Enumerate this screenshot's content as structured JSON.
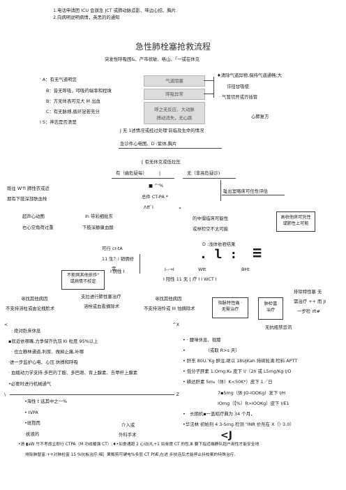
{
  "header": {
    "line1": "1.电话申请团 ICU 会旗急 JCT 或肺动脉造影、味边心招、胸片.",
    "line2": "2.向病明说明病情，英黑的的通知"
  },
  "title": "急性肺栓塞抢救流程",
  "subtitle": "突发性呼吸困&、产市状破、咯山、「一或在休克",
  "abc": {
    "a": "' A：有无气道明您",
    "b": "B：皆无呼吸，叩吸的端率和程境",
    "c1": "B：方无体表可见大 M 出血",
    "c2": "C：有无脉搏,循环足若充分",
    "d": "I S：神志是否清楚"
  },
  "gray_boxes": [
    "气道阻塞",
    "呼吸异常",
    "呼之无反应、大动脉",
    "搏动消失，无心跳"
  ],
  "right_actions": {
    "a1": "♦清除气道异物,保持气道通畅;大",
    "a2": "许径甘吸使",
    "a3": "· 气管切开或齐插管",
    "a4": "心肺复方"
  },
  "stable": {
    "l1": "J 无 1述情况或经过处理'前临及生命的情况",
    "l2": "急诊件心电图、D :紫体,胸片"
  },
  "shock": {
    "q": "[ 有无休克或低拉压",
    "yes": "有（曲危疑每）",
    "no": "无（非高危疑诊)"
  },
  "left_note": {
    "l1": "既往 W'fi 肺性衣或近",
    "l2": "期有下肢深部肤血栓"
  },
  "middle": {
    "m1": "■ ^'%",
    "m2": "总件 CT-PA *",
    "m3": "Λff`I",
    "m4": "«"
  },
  "right_box1": "耻出室略床可任性评估",
  "echo": {
    "left1": "超声心动图",
    "left2": "右心空角荷过重",
    "mid1": "Ih 带彩细批东",
    "mid2": "下肢深静康血酸",
    "right1": "的中僵临床可能性",
    "right2": "或林检空不太可能"
  },
  "right_box2": [
    "高收他床可凭性",
    "或肺性上可能"
  ],
  "ddimer": {
    "label": "D :浅体依君结果",
    "big1": ". l :",
    "big2": "≡",
    "wtt": "Wtt",
    "bht": "BHt",
    "neg": "I 阳性 11 无 [ 疗 I I WCT I",
    "arrow": "I--→I"
  },
  "ct_branch": {
    "l1": "可行 cr-tA",
    "l2": "11 生？i 销情修",
    "l3": "定",
    "l4": "I 阴性 I"
  },
  "box_unable": [
    "不能网其他依作\"",
    "或病情不校定"
  ],
  "bottom_row": {
    "find_left1": "寻找其他病因",
    "find_left2": "不支持溶柱或由论拽脸术",
    "support1": "支拉进行肺性塞治疗",
    "support2": "溶栓或血看摘除术",
    "find_mid1": "寻找其他病因",
    "find_mid2": "不支持溶怜或 III 怕摘除术"
  },
  "box_treat1": [
    "指脉特性痛 ·",
    "无需治疗"
  ],
  "box_treat2": [
    "肿检富",
    "治疗"
  ],
  "right_exclude": {
    "l1": "排除特性塞 无",
    "l2": "需治疗 ++ 而 JI",
    "l3": "一步检 ift#",
    "l4": "无抗瓶禁忌讯"
  },
  "left_panel": {
    "corner_left": "<",
    "corner_right": "^X",
    "items": [
      "· 绝对卧床休息",
      "▪就近依哪嘴,力争保齐仇羽 Ki 粒度 95%以上",
      "· 也立静林通道,利尿、做掉止痛,补哪",
      "·进一步监护心电、心压.休搏和呼吸",
      "· 血瓶动力学支持:多巴的丁胺、多巴眼、背上腺素、去甲杆上腺素",
      "•必要时进行机械通气"
    ],
    "bottom_left": "\\",
    "bottom_right": "Z"
  },
  "lower_left": {
    "l1": "•海性 t 选其中之一%",
    "l2": "• IVPA",
    "l3": "•斑抱而",
    "l4": "·抚液的",
    "mid1": "介入或",
    "mid2": "外科手术"
  },
  "right_panel": {
    "items": [
      "• · 腰咪休息、视膝",
      "•　　　　　（或取 R>s 天）",
      "• 肝东 80U.'Kg 醉注,继以 18UJKah 持续轮滴.检料 APTT",
      "• 低分子肝素 1.Omg:K₆ 皮下 I/（2h 或 L5mg/Kg I/O",
      "• 磺达肝素 5m₆（体）K<50K*）皮下 1／日",
      "7▪5mg（体·JO-IOOKg）发下 I/H",
      "IOmg（【%）R>IOOKg）皮下 I/E1",
      "•　长期机▪一盖昭疗典为 34 个月，",
      "•华法林 初始剂 4 3-Smg.检测 \"INR 价剂在 X（）·3.0）"
    ]
  },
  "footer": {
    "l1": "•溃 ▮aW 竹不考虑立即行 CTPA（M 功收暖强 CT）;♦•如食通超 2 心动(礼+1 如单提 CT 的性,Ⅲ 要下指近端静队超户用性才能安全地",
    "l2": "排除肺替富:++对肺检富 15 %抗板治疗:咽］果甄剪可硬电%多层 CT PfÆ,在进 步技连后才能停止抖校案的特殊治疗."
  },
  "scribble": "<J"
}
